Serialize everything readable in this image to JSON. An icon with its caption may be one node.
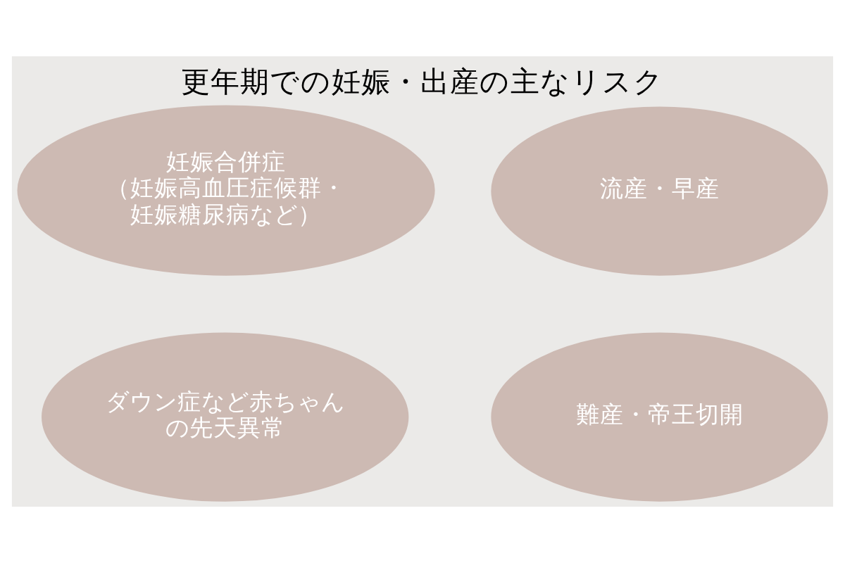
{
  "diagram": {
    "title": "更年期での妊娠・出産の主なリスク",
    "nodes": [
      {
        "text": [
          "流産・早産"
        ]
      },
      {
        "text": [
          "妊娠合併症",
          "（妊娠高血圧症候群・妊娠糖尿病など）"
        ]
      },
      {
        "text": [
          "ダウン症など赤ちゃんの先天異常"
        ]
      },
      {
        "text": [
          "難産・帝王切開"
        ]
      }
    ],
    "edges": []
  }
}
